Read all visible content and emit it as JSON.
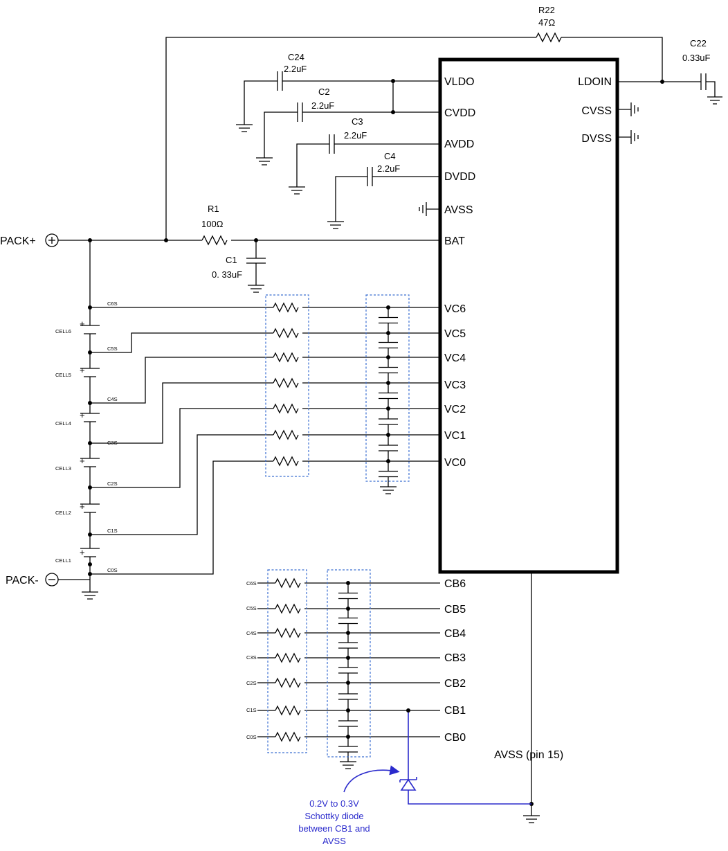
{
  "ic": {
    "left_pins": [
      "VLDO",
      "CVDD",
      "AVDD",
      "DVDD",
      "AVSS",
      "BAT",
      "VC6",
      "VC5",
      "VC4",
      "VC3",
      "VC2",
      "VC1",
      "VC0",
      "CB6",
      "CB5",
      "CB4",
      "CB3",
      "CB2",
      "CB1",
      "CB0"
    ],
    "right_pins": [
      "LDOIN",
      "CVSS",
      "DVSS"
    ],
    "bottom_label": "AVSS (pin 15)"
  },
  "components": {
    "r22": {
      "name": "R22",
      "value": "47Ω"
    },
    "c22": {
      "name": "C22",
      "value": "0.33uF"
    },
    "c24": {
      "name": "C24",
      "value": "2.2uF"
    },
    "c2": {
      "name": "C2",
      "value": "2.2uF"
    },
    "c3": {
      "name": "C3",
      "value": "2.2uF"
    },
    "c4": {
      "name": "C4",
      "value": "2.2uF"
    },
    "r1": {
      "name": "R1",
      "value": "100Ω"
    },
    "c1": {
      "name": "C1",
      "value": "0. 33uF"
    }
  },
  "pack": {
    "plus": "PACK+",
    "minus": "PACK-"
  },
  "cells": [
    "CELL6",
    "CELL5",
    "CELL4",
    "CELL3",
    "CELL2",
    "CELL1"
  ],
  "cell_plus": "+",
  "sense_nets": [
    "C6S",
    "C5S",
    "C4S",
    "C3S",
    "C2S",
    "C1S",
    "C0S"
  ],
  "cb_nets": [
    "C6S",
    "C5S",
    "C4S",
    "C3S",
    "C2S",
    "C1S",
    "C0S"
  ],
  "note": [
    "0.2V to 0.3V",
    "Schottky diode",
    "between CB1 and",
    "AVSS"
  ],
  "colors": {
    "wire": "#000000",
    "annotation": "#2a2acc",
    "group_box": "#3b6fd1"
  }
}
